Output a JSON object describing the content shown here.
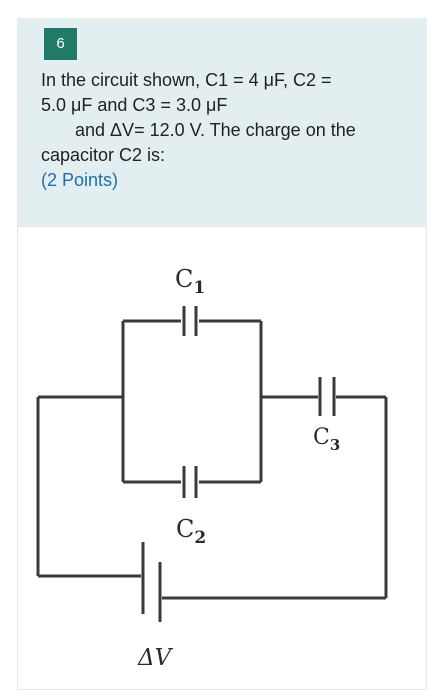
{
  "question": {
    "number": "6",
    "text_lines": [
      "In the circuit shown, C1 = 4 μF, C2 =",
      "5.0 μF and C3 = 3.0 μF",
      "and ΔV= 12.0 V. The charge on the",
      "capacitor C2 is:"
    ],
    "points": "(2 Points)"
  },
  "figure": {
    "labels": {
      "c1": "C",
      "c1_sub": "1",
      "c2": "C",
      "c2_sub": "2",
      "c3": "C",
      "c3_sub": "3",
      "dv": "ΔV"
    }
  },
  "colors": {
    "header_bg": "#e3eef0",
    "badge_bg": "#1f7a68",
    "points_text": "#1f6fb0"
  }
}
